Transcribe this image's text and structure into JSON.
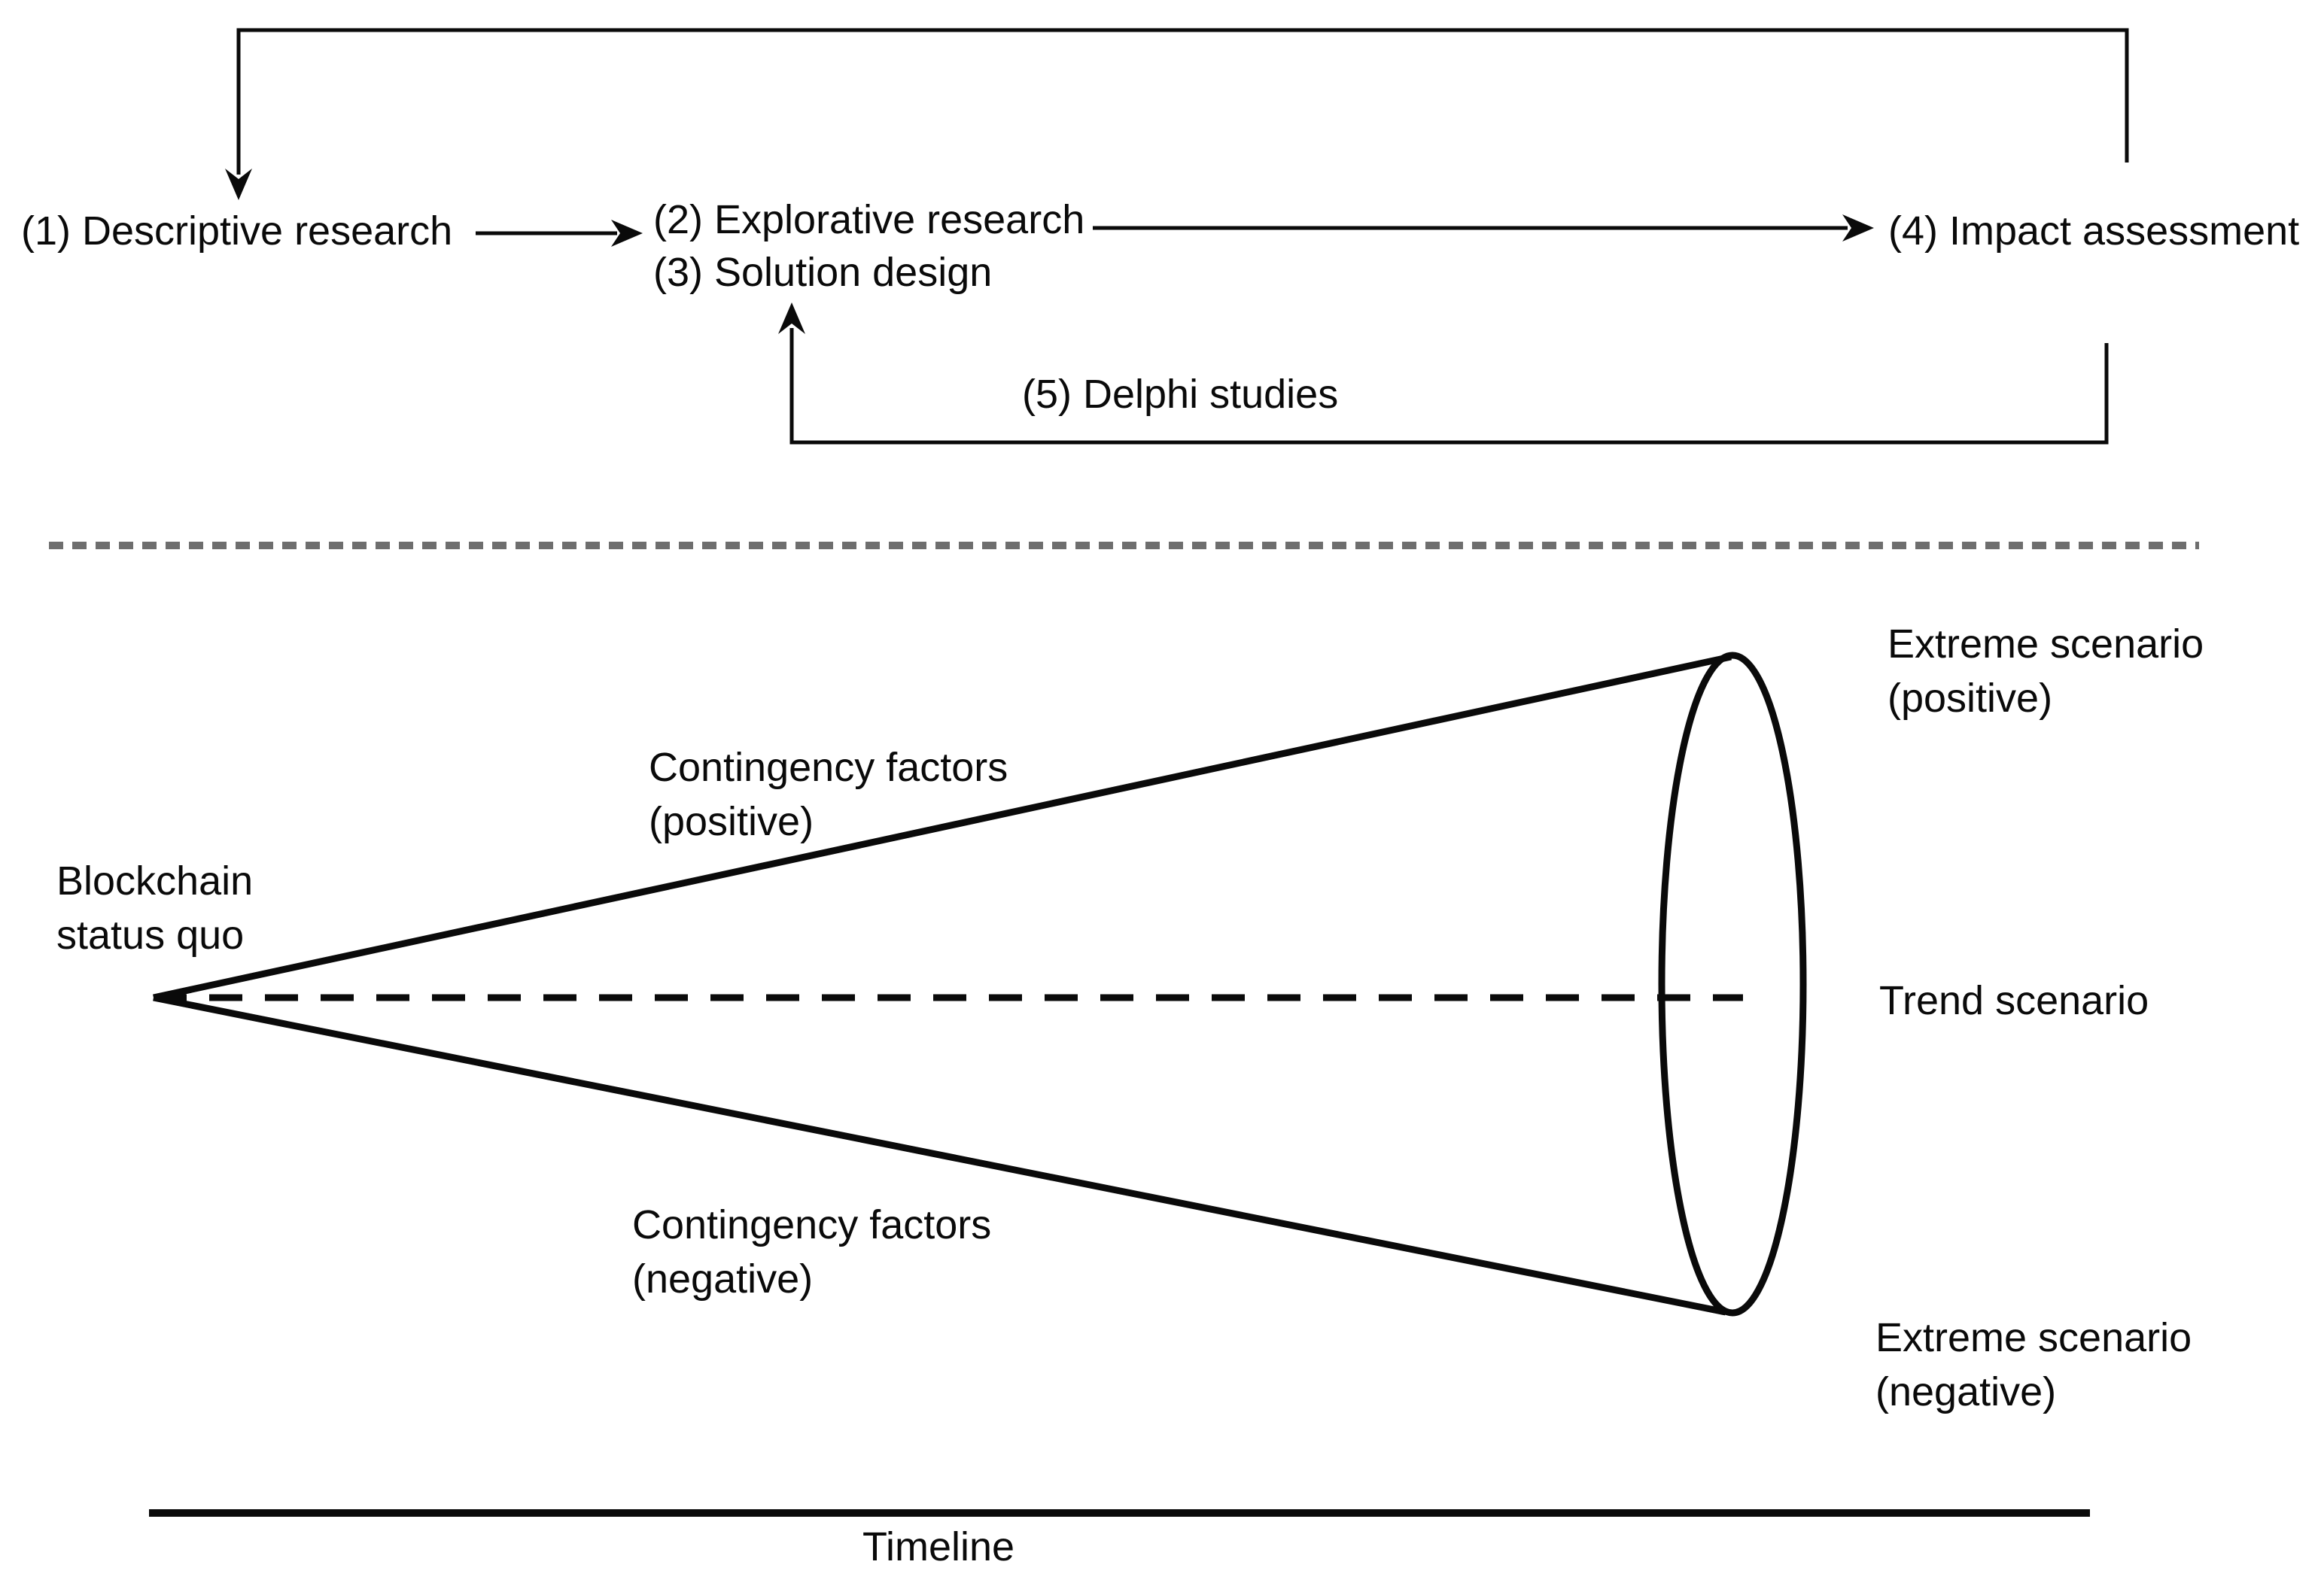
{
  "colors": {
    "background": "#ffffff",
    "ink": "#0a0a0a",
    "separator": "#6e6e6e"
  },
  "flow": {
    "step1": "(1) Descriptive research",
    "step2": "(2) Explorative research",
    "step3": "(3) Solution design",
    "step4": "(4) Impact assessment",
    "step5": "(5) Delphi studies"
  },
  "funnel": {
    "origin_line1": "Blockchain",
    "origin_line2": "status quo",
    "contingency_positive_line1": "Contingency factors",
    "contingency_positive_line2": "(positive)",
    "contingency_negative_line1": "Contingency factors",
    "contingency_negative_line2": "(negative)",
    "extreme_positive_line1": "Extreme scenario",
    "extreme_positive_line2": "(positive)",
    "trend": "Trend scenario",
    "extreme_negative_line1": "Extreme scenario",
    "extreme_negative_line2": "(negative)",
    "timeline": "Timeline"
  }
}
